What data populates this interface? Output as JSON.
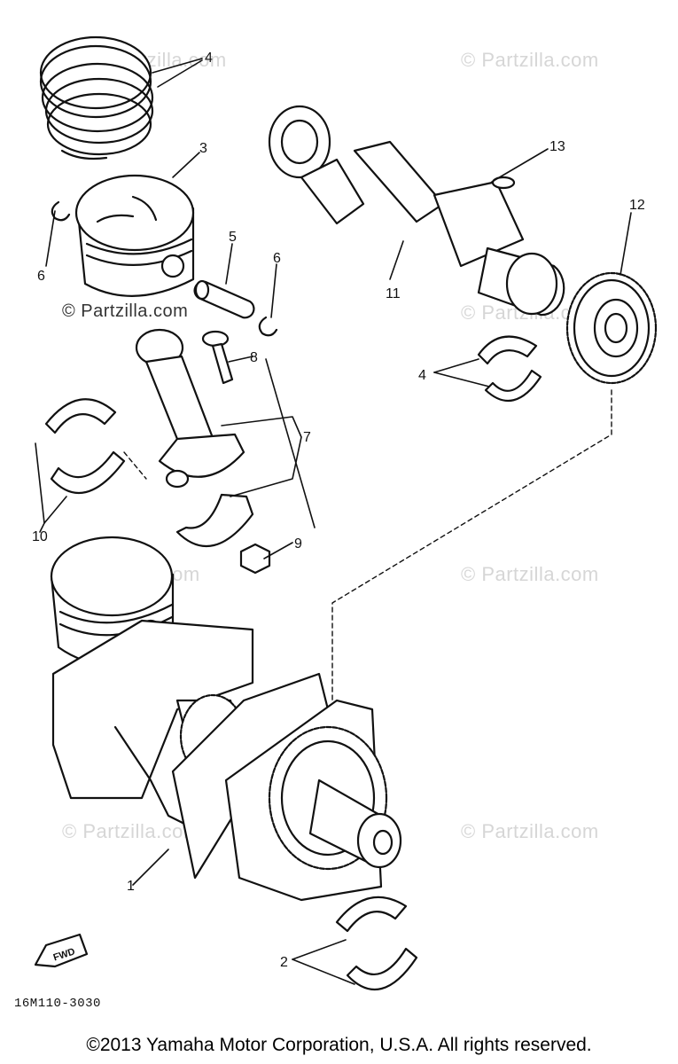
{
  "watermark": "© Partzilla.com",
  "diagram_code": "16M110-3030",
  "fwd_label": "FWD",
  "copyright": "©2013  Yamaha Motor Corporation, U.S.A. All rights reserved.",
  "callouts": {
    "c1": "1",
    "c2": "2",
    "c3": "3",
    "c4a": "4",
    "c4b": "4",
    "c5": "5",
    "c6a": "6",
    "c6b": "6",
    "c7": "7",
    "c8": "8",
    "c9": "9",
    "c10": "10",
    "c11": "11",
    "c12": "12",
    "c13": "13"
  }
}
